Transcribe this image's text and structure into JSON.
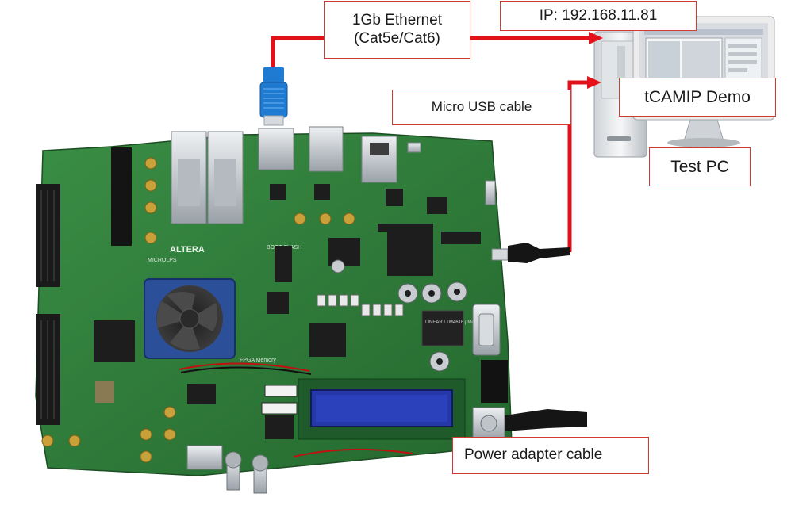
{
  "labels": {
    "ethernet_line1": "1Gb Ethernet",
    "ethernet_line2": "(Cat5e/Cat6)",
    "ip": "IP: 192.168.11.81",
    "micro_usb": "Micro USB cable",
    "demo": "tCAMIP Demo",
    "test_pc": "Test PC",
    "power": "Power adapter cable"
  },
  "board": {
    "vendor_logo": "ALTERA",
    "silkscreen_left": "MICROLPS",
    "silkscreen_flash": "BOOT FLASH",
    "silkscreen_fpga": "FPGA Memory",
    "chip_mark": "LINEAR LTM4616 μModule"
  },
  "colors": {
    "cable_red": "#e3121a",
    "label_border": "#d23a2f",
    "pcb_green": "#2f7d3a",
    "heatsink_blue": "#2c4f9a",
    "lcd_blue": "#2538a8",
    "ethernet_plug": "#1f7ad1"
  }
}
